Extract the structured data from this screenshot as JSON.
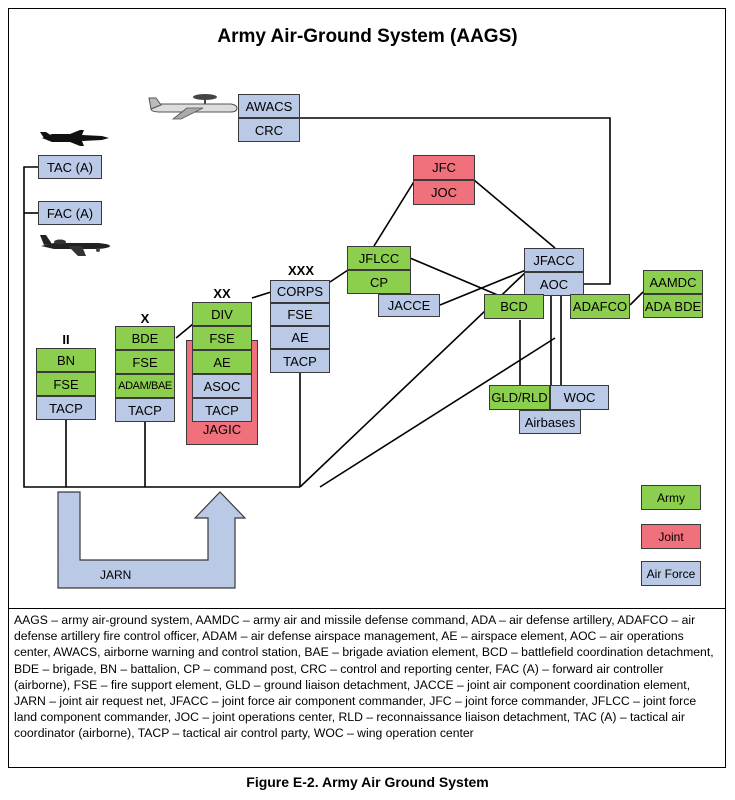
{
  "title": "Army Air-Ground System (AAGS)",
  "caption": "Figure E-2. Army Air Ground System",
  "colors": {
    "army": "#8ccf4f",
    "joint": "#f0717c",
    "air_force": "#b9c9e6"
  },
  "echelon_labels": {
    "bn": "II",
    "bde": "X",
    "div": "XX",
    "corps": "XXX"
  },
  "boxes": {
    "awacs": "AWACS",
    "crc": "CRC",
    "tac_a": "TAC (A)",
    "fac_a": "FAC (A)",
    "jfc": "JFC",
    "joc": "JOC",
    "jflcc": "JFLCC",
    "cp": "CP",
    "jacce": "JACCE",
    "jfacc": "JFACC",
    "aoc": "AOC",
    "bcd": "BCD",
    "adafco": "ADAFCO",
    "aamdc": "AAMDC",
    "ada_bde": "ADA BDE",
    "gld_rld": "GLD/RLD",
    "woc": "WOC",
    "airbases": "Airbases",
    "corps": "CORPS",
    "corps_fse": "FSE",
    "corps_ae": "AE",
    "corps_tacp": "TACP",
    "div": "DIV",
    "div_fse": "FSE",
    "div_ae": "AE",
    "asoc": "ASOC",
    "div_tacp": "TACP",
    "jagic": "JAGIC",
    "bde": "BDE",
    "bde_fse": "FSE",
    "adam_bae": "ADAM/BAE",
    "bde_tacp": "TACP",
    "bn": "BN",
    "bn_fse": "FSE",
    "bn_tacp": "TACP"
  },
  "jarn": "JARN",
  "legend": {
    "army": "Army",
    "joint": "Joint",
    "air_force": "Air Force"
  },
  "icons": {
    "awacs_plane": "awacs-aircraft-icon",
    "fighter": "fighter-jet-icon",
    "attack": "attack-aircraft-icon"
  },
  "definitions": "AAGS – army air-ground system, AAMDC – army air and missile defense command, ADA – air defense artillery, ADAFCO – air defense artillery fire control officer, ADAM – air defense airspace management, AE – airspace element, AOC – air operations center, AWACS, airborne warning and control station, BAE – brigade aviation element, BCD – battlefield coordination detachment, BDE – brigade, BN – battalion, CP – command post, CRC – control and reporting center, FAC (A) – forward air controller (airborne), FSE – fire support element, GLD – ground liaison detachment, JACCE – joint air component coordination element, JARN – joint air request net, JFACC – joint force air component commander, JFC – joint force commander, JFLCC – joint force land component commander, JOC – joint operations center, RLD – reconnaissance liaison detachment, TAC (A) – tactical air coordinator (airborne), TACP – tactical air control party, WOC – wing operation center"
}
